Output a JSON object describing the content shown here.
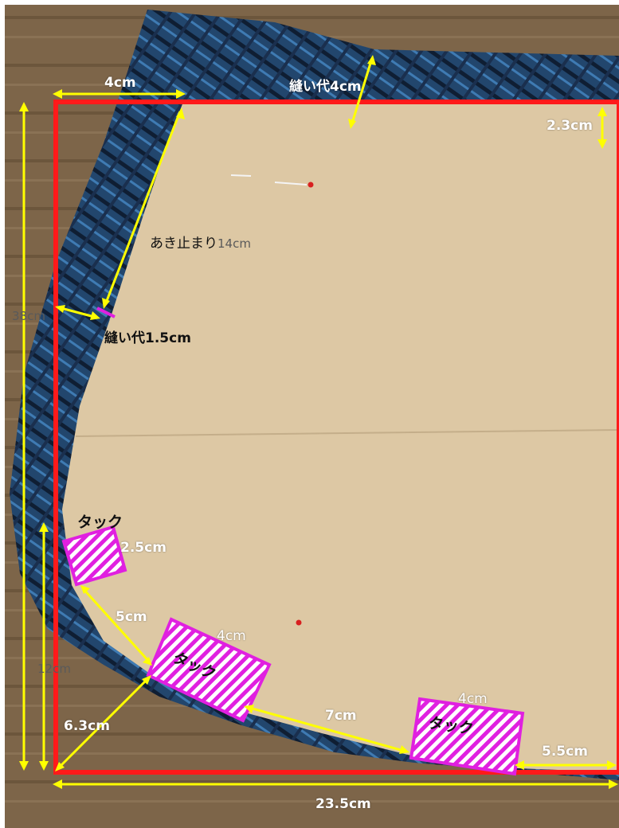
{
  "labels": {
    "top_left_width": "4cm",
    "top_seam_allowance": "縫い代4cm",
    "top_right_height": "2.3cm",
    "opening_stop": "あき止まり",
    "opening_stop_len": "14cm",
    "left_height": "38cm",
    "side_seam_allowance": "縫い代1.5cm",
    "tuck1_title": "タック",
    "tuck1_width": "2.5cm",
    "left_lower_height": "12cm",
    "gap1": "5cm",
    "tuck2_width": "4cm",
    "tuck2_title": "タック",
    "gap2": "7cm",
    "tuck3_width": "4cm",
    "tuck3_title": "タック",
    "bottom_right": "5.5cm",
    "corner_diag": "6.3cm",
    "bottom_total": "23.5cm"
  },
  "colors": {
    "outline": "#ff1a1a",
    "dimension": "#ffff00",
    "tuck": "#e020e0",
    "paper": "#ddc8a4",
    "fabric": "#234a72",
    "background": "#7a6347"
  }
}
